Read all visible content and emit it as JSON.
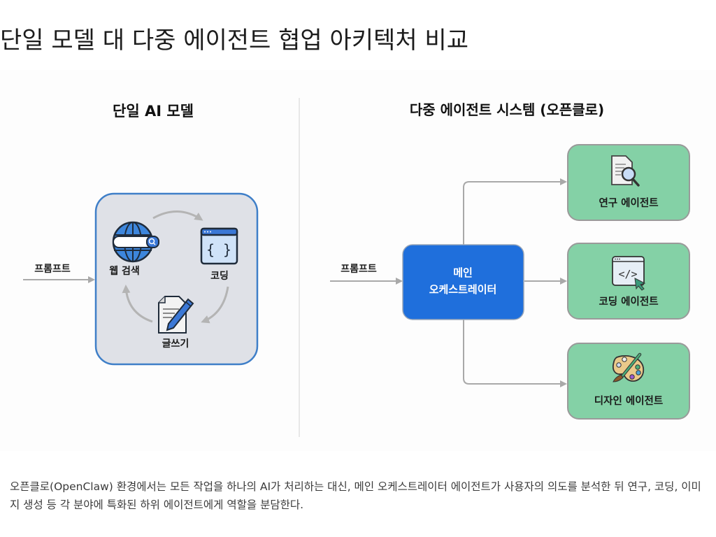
{
  "page": {
    "title": "단일 모델 대 다중 에이전트 협업 아키텍처 비교",
    "caption": "오픈클로(OpenClaw) 환경에서는 모든 작업을 하나의 AI가 처리하는 대신, 메인 오케스트레이터 에이전트가 사용자의 의도를 분석한 뒤 연구, 코딩, 이미지 생성 등 각 분야에 특화된 하위 에이전트에게 역할을 분담한다."
  },
  "diagram": {
    "left": {
      "heading": "단일 AI 모델",
      "input_label": "프롬프트",
      "tasks": [
        {
          "label": "웹 검색",
          "icon": "globe-search-icon"
        },
        {
          "label": "코딩",
          "icon": "code-window-icon"
        },
        {
          "label": "글쓰기",
          "icon": "document-pen-icon"
        }
      ]
    },
    "right": {
      "heading": "다중 에이전트 시스템 (오픈클로)",
      "input_label": "프롬프트",
      "orchestrator": {
        "line1": "메인",
        "line2": "오케스트레이터"
      },
      "agents": [
        {
          "label": "연구 에이전트",
          "icon": "document-magnifier-icon"
        },
        {
          "label": "코딩 에이전트",
          "icon": "code-cursor-icon"
        },
        {
          "label": "디자인 에이전트",
          "icon": "palette-brush-icon"
        }
      ]
    },
    "colors": {
      "single_model_box_fill": "#dfe1e7",
      "single_model_box_stroke": "#3f7fc8",
      "orchestrator_fill": "#1f6fdc",
      "agent_fill": "#84d1a6",
      "agent_stroke": "#9a9a9a",
      "arrow": "#a9a9a9",
      "icon_blue": "#3b78d6"
    }
  }
}
